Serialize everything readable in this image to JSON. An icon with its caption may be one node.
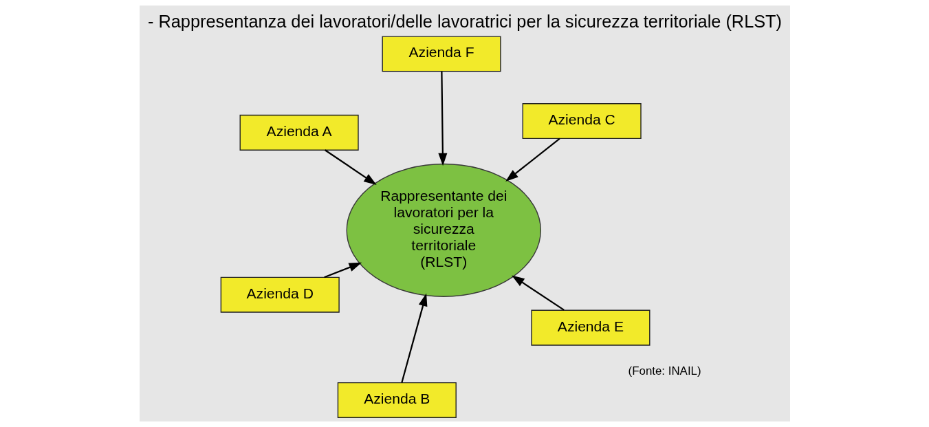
{
  "diagram": {
    "title": "- Rappresentanza dei lavoratori/delle lavoratrici per la sicurezza territoriale (RLST)",
    "caption": "(Fonte: INAIL)",
    "nodes": [
      {
        "text": [
          "Azienda A"
        ]
      },
      {
        "text": [
          "Azienda F"
        ]
      },
      {
        "text": [
          "Azienda B"
        ]
      },
      {
        "text": [
          "Rappresentante dei lavoratori per la sicurezza territoriale (RLST)"
        ]
      },
      {
        "text": [
          "Azienda E"
        ]
      },
      {
        "text": [
          "Azienda C"
        ]
      },
      {
        "text": [
          "Azienda D"
        ]
      }
    ],
    "edges": [
      {
        "from": 0,
        "to": 3,
        "arrow": "to"
      },
      {
        "from": 2,
        "to": 3,
        "arrow": "to"
      },
      {
        "from": 5,
        "to": 3,
        "arrow": "to"
      },
      {
        "from": 6,
        "to": 3,
        "arrow": "to"
      },
      {
        "from": 4,
        "to": 3,
        "arrow": "to"
      },
      {
        "from": 1,
        "to": 3,
        "arrow": "to"
      }
    ]
  }
}
